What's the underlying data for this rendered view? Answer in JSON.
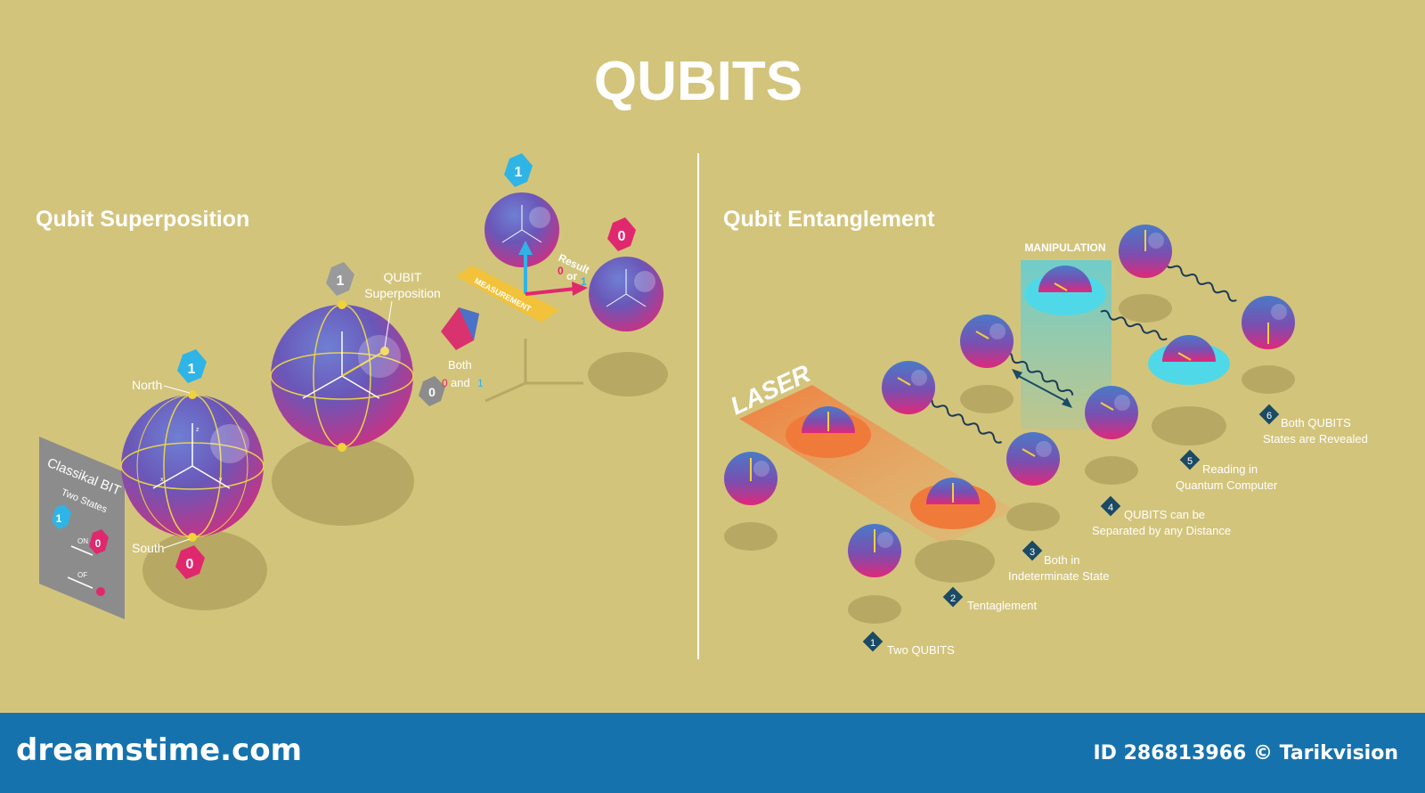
{
  "title": "QUBITS",
  "superposition": {
    "heading": "Qubit Superposition",
    "north": "North",
    "south": "South",
    "classical_title": "Classikal BIT",
    "classical_sub": "Two States",
    "on": "ON",
    "off": "OF",
    "qubit_label_1": "QUBIT",
    "qubit_label_2": "Superposition",
    "both_1": "Both",
    "both_and": "and",
    "measurement": "MEASUREMENT",
    "result_1": "Result",
    "result_or": "or",
    "one": "1",
    "zero": "0",
    "axis_x": "x",
    "axis_y": "y",
    "axis_z": "z"
  },
  "entanglement": {
    "heading": "Qubit Entanglement",
    "laser": "LASER",
    "manipulation": "MANIPULATION",
    "steps": [
      {
        "num": "1",
        "line1": "Two QUBITS",
        "line2": ""
      },
      {
        "num": "2",
        "line1": "Tentaglement",
        "line2": ""
      },
      {
        "num": "3",
        "line1": "Both in",
        "line2": "Indeterminate State"
      },
      {
        "num": "4",
        "line1": "QUBITS can be",
        "line2": "Separated by any Distance"
      },
      {
        "num": "5",
        "line1": "Reading in",
        "line2": "Quantum Computer"
      },
      {
        "num": "6",
        "line1": "Both QUBITS",
        "line2": "States are Revealed"
      }
    ]
  },
  "footer": {
    "logo": "dreamstime.com",
    "credit": "ID 286813966 © Tarikvision"
  },
  "colors": {
    "background": "#d3c47c",
    "footer": "#1672ad",
    "sphere_top": "#4f6fc4",
    "sphere_bottom": "#d62a78",
    "cyan": "#2fb4e6",
    "magenta": "#e0286e",
    "laser_orange": "#f08a3a",
    "step_diamond": "#1a4a64"
  }
}
